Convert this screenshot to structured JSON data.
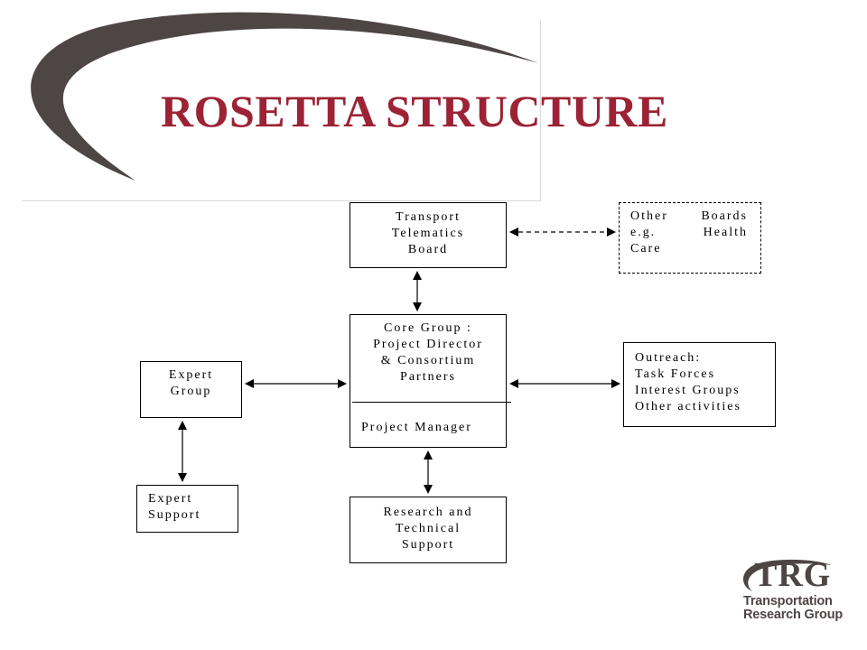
{
  "slide": {
    "title": "ROSETTA STRUCTURE",
    "title_color": "#9b2335",
    "swoosh_color": "#4e4545"
  },
  "diagram": {
    "transport_telematics_board": {
      "lines": [
        "Transport",
        "Telematics",
        "Board"
      ]
    },
    "other_boards": {
      "rows": [
        [
          "Other",
          "Boards"
        ],
        [
          "e.g.",
          "Health"
        ],
        [
          "Care"
        ]
      ]
    },
    "core_group": {
      "lines": [
        "Core Group :",
        "Project Director",
        "& Consortium",
        "Partners"
      ],
      "manager": "Project Manager"
    },
    "expert_group": {
      "lines": [
        "Expert",
        "Group"
      ]
    },
    "expert_support": {
      "lines": [
        "Expert",
        "Support"
      ]
    },
    "outreach": {
      "lines": [
        "Outreach:",
        "Task Forces",
        "Interest Groups",
        "Other activities"
      ]
    },
    "research_technical_support": {
      "lines": [
        "Research and",
        "Technical",
        "Support"
      ]
    }
  },
  "logo": {
    "mark": "TRG",
    "line1": "Transportation",
    "line2": "Research Group",
    "color": "#4e4545"
  }
}
